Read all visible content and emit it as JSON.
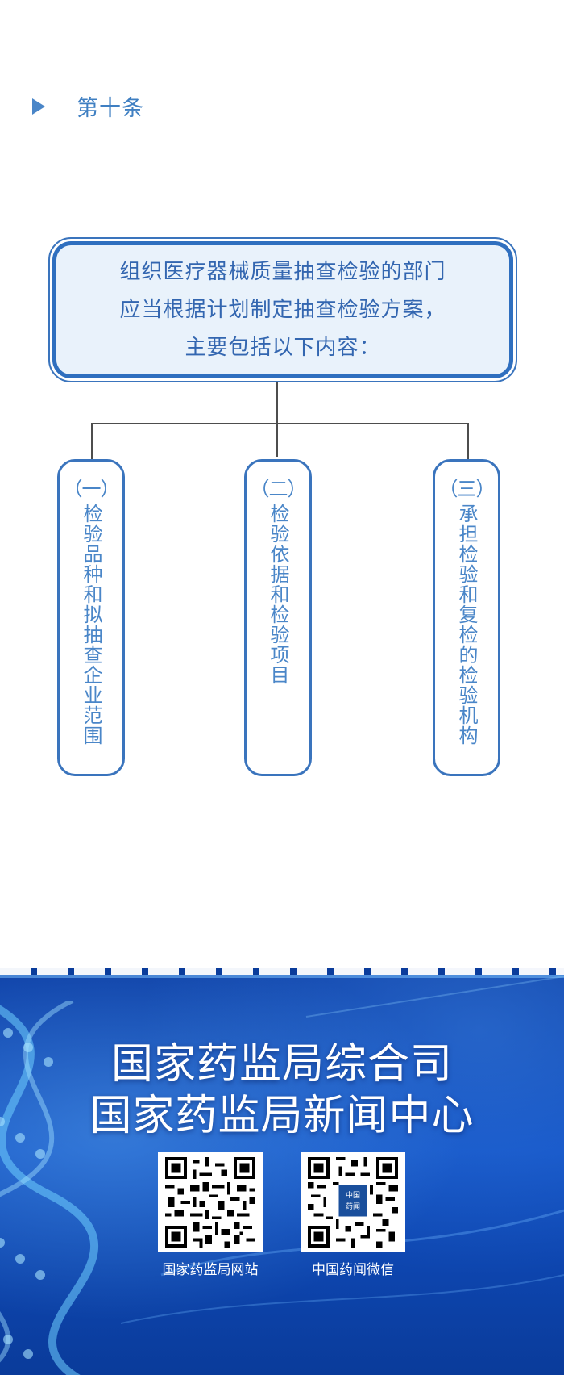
{
  "article": {
    "title": "第十条"
  },
  "top_box": {
    "lines": [
      "组织医疗器械质量抽查检验的部门",
      "应当根据计划制定抽查检验方案，",
      "主要包括以下内容："
    ]
  },
  "columns": [
    {
      "num": "（一）",
      "text": "检验品种和拟抽查企业范围"
    },
    {
      "num": "（二）",
      "text": "检验依据和检验项目"
    },
    {
      "num": "（三）",
      "text": "承担检验和复检的检验机构"
    }
  ],
  "footer": {
    "line1": "国家药监局综合司",
    "line2": "国家药监局新闻中心",
    "qr_left_label": "国家药监局网站",
    "qr_right_label": "中国药闻微信",
    "qr_right_logo": "中国药闻"
  },
  "colors": {
    "accent_blue": "#3a74bd",
    "text_blue": "#4a86c8",
    "footer_blue": "#1150c4"
  }
}
